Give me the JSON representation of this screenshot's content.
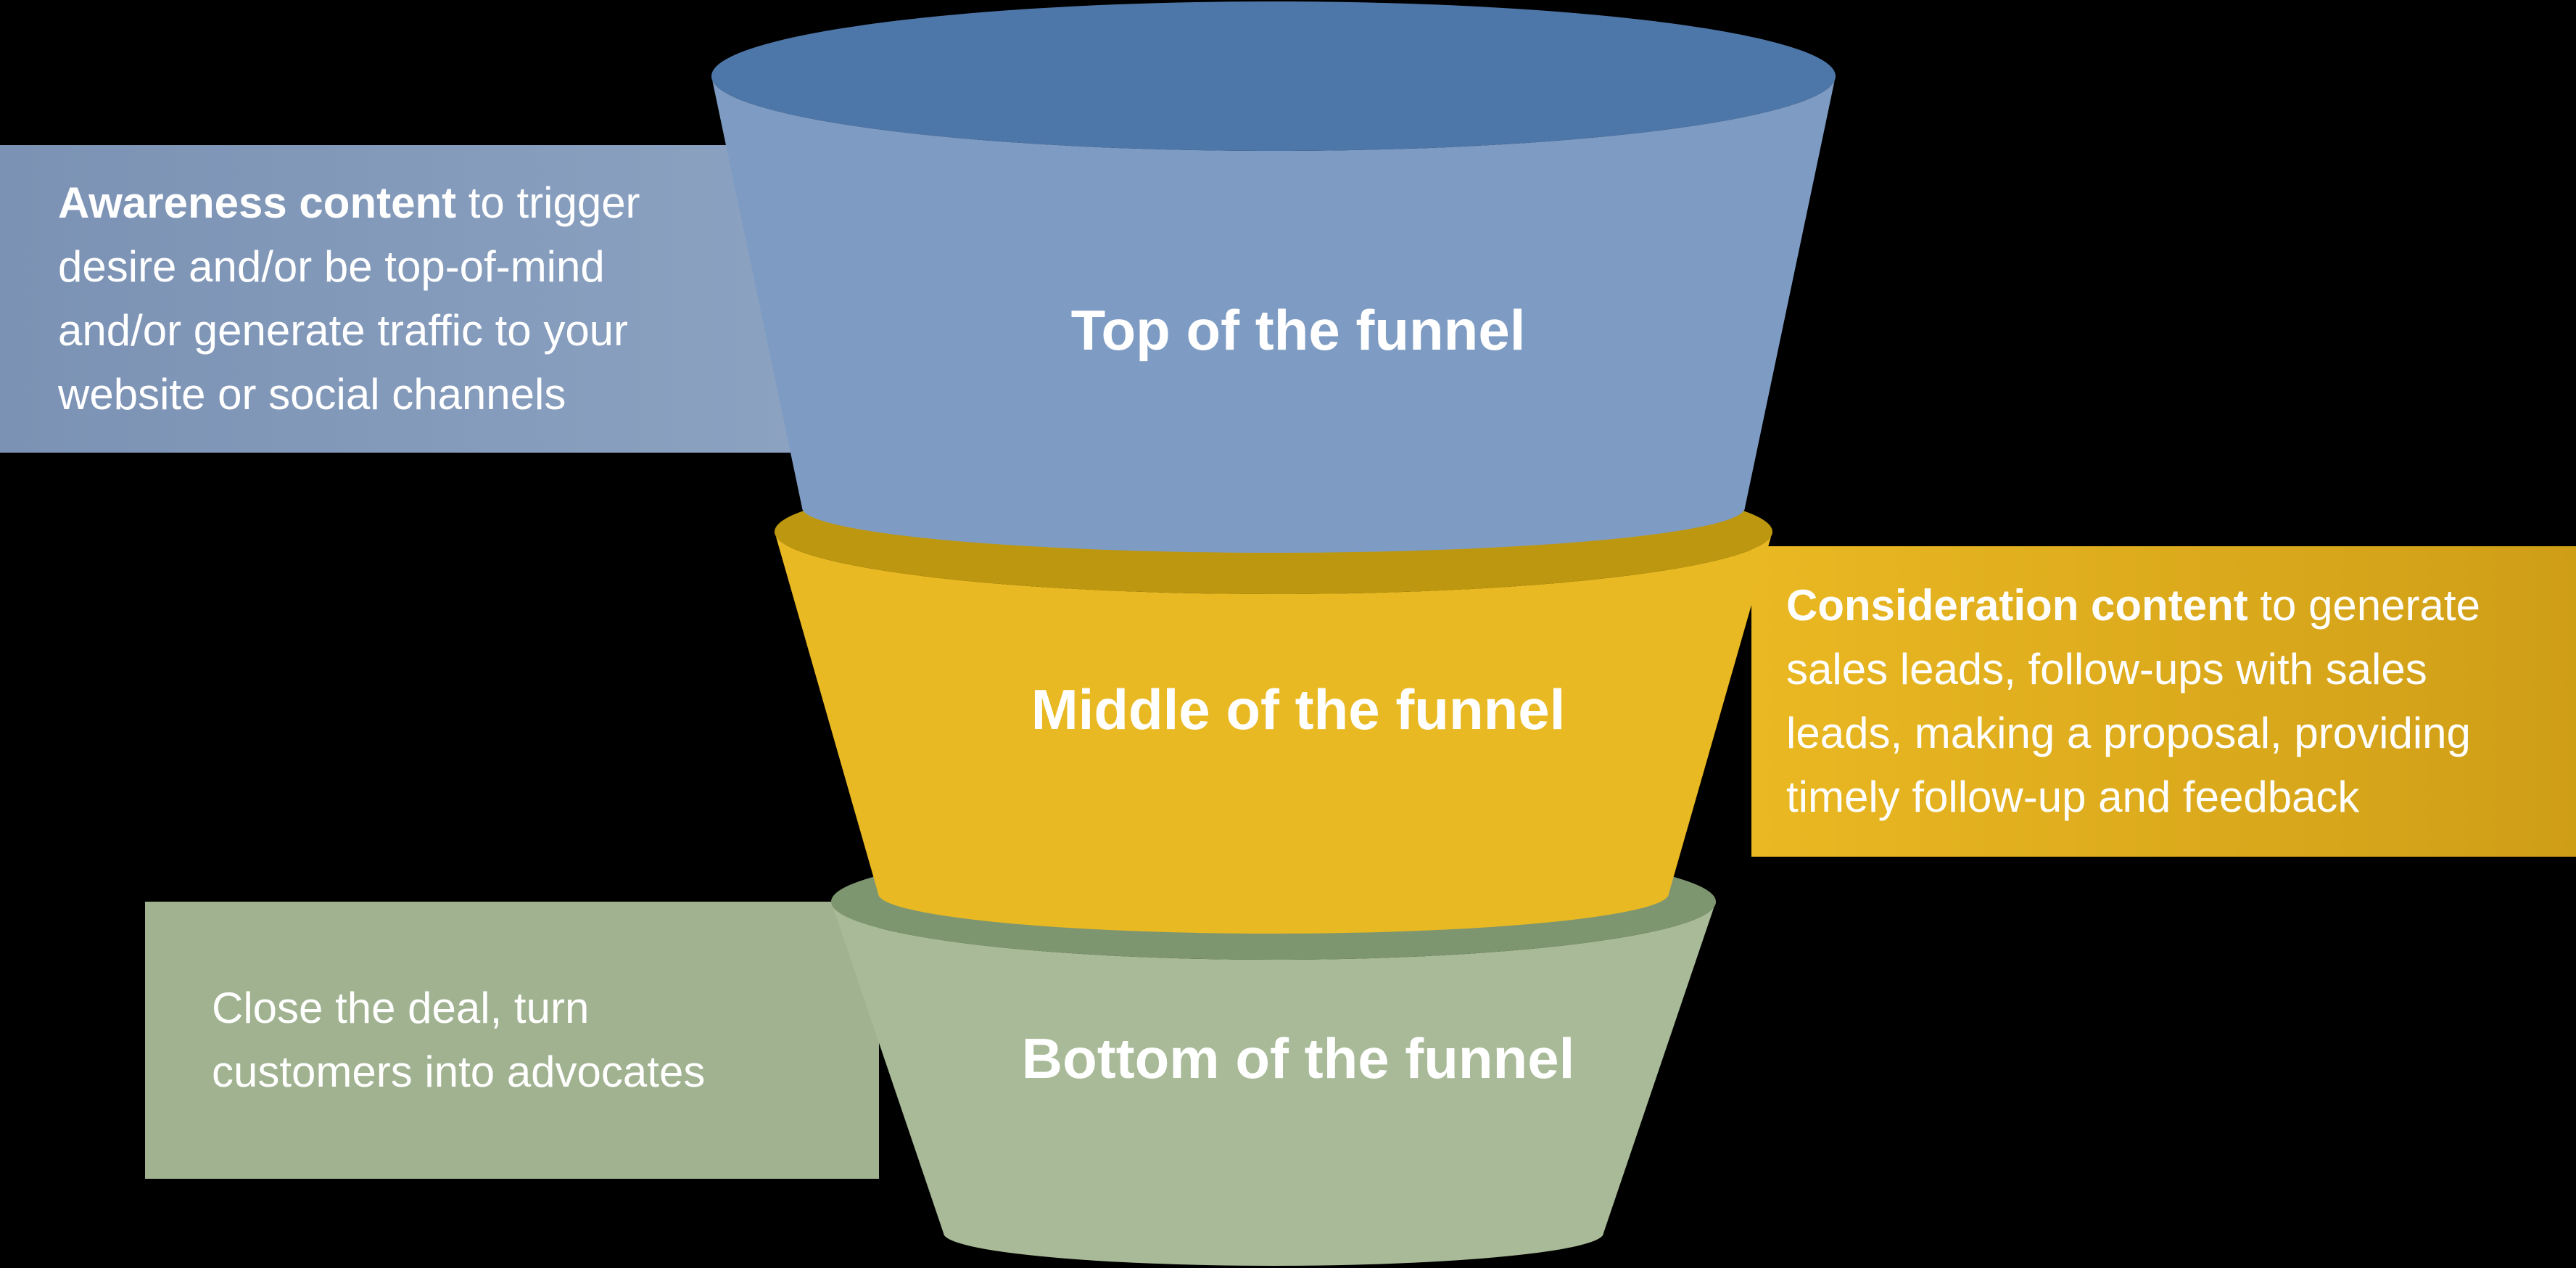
{
  "background_color": "#000000",
  "text_color": "#ffffff",
  "funnel": {
    "stages": [
      {
        "label": "Top of the funnel",
        "body_color": "#7e9cc3",
        "rim_color": "#4e77a9"
      },
      {
        "label": "Middle of the funnel",
        "body_color": "#e9b923",
        "rim_color": "#bd970f"
      },
      {
        "label": "Bottom of the funnel",
        "body_color": "#a8ba97",
        "rim_color": "#7e9670"
      }
    ]
  },
  "callouts": {
    "awareness": {
      "lead": "Awareness content",
      "rest": " to trigger\ndesire and/or be top-of-mind\nand/or generate traffic to your\nwebsite or social channels",
      "bg_color": "#7e95b6"
    },
    "consideration": {
      "lead": "Consideration content",
      "rest": " to generate\nsales leads, follow-ups with sales\nleads, making a proposal, providing\ntimely follow-up and feedback",
      "bg_color": "#e2af1f"
    },
    "close": {
      "lead": "",
      "rest": "Close the deal, turn\ncustomers into advocates",
      "bg_color": "#a0b290"
    }
  }
}
